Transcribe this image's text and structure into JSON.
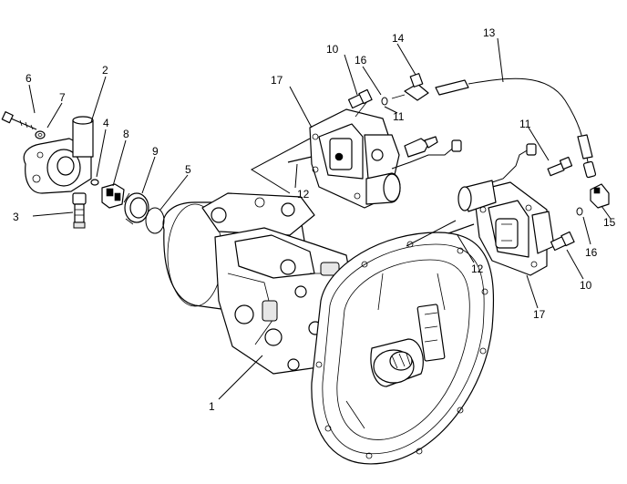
{
  "callouts": {
    "c1": "1",
    "c2": "2",
    "c3": "3",
    "c4": "4",
    "c5": "5",
    "c6": "6",
    "c7": "7",
    "c8": "8",
    "c9": "9",
    "c10a": "10",
    "c10b": "10",
    "c11a": "11",
    "c11b": "11",
    "c12a": "12",
    "c12b": "12",
    "c13": "13",
    "c14": "14",
    "c15": "15",
    "c16a": "16",
    "c16b": "16",
    "c17a": "17",
    "c17b": "17"
  }
}
